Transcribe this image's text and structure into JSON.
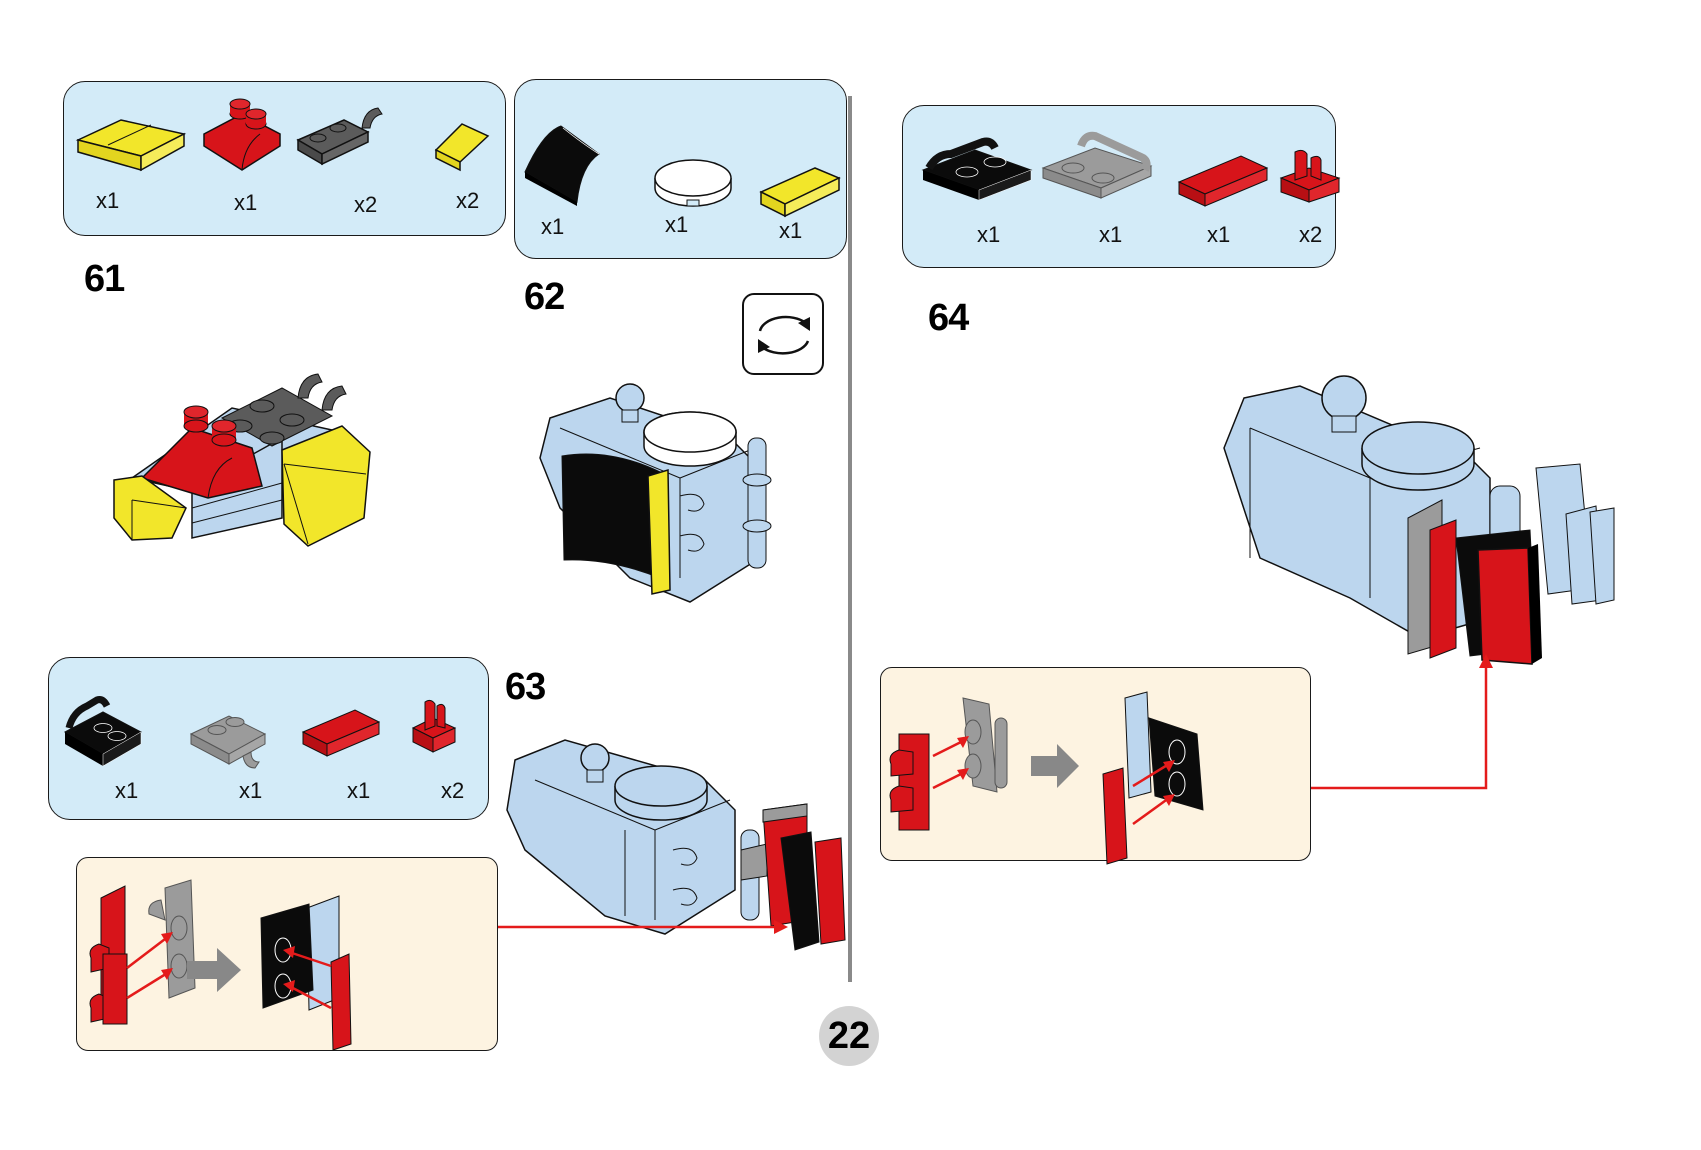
{
  "page": {
    "page_number": "22",
    "colors": {
      "parts_box_bg": "#d3ebf8",
      "subassembly_bg": "#fdf3e1",
      "brick_light_blue": "#bcd6ee",
      "brick_red": "#d7141a",
      "brick_yellow": "#f2e62a",
      "brick_black": "#0b0b0b",
      "brick_dark_gray": "#5b5b5b",
      "brick_gray": "#9b9b9b",
      "brick_white": "#ffffff",
      "arrow_red": "#e41b1b",
      "page_badge": "#d3d3d3"
    }
  },
  "steps": [
    {
      "number": "61",
      "parts": [
        {
          "icon": "yellow-slope-brick-icon",
          "qty": "x1"
        },
        {
          "icon": "red-curved-slope-brick-icon",
          "qty": "x1"
        },
        {
          "icon": "dark-gray-clip-plate-icon",
          "qty": "x2"
        },
        {
          "icon": "yellow-small-slope-icon",
          "qty": "x2"
        }
      ]
    },
    {
      "number": "62",
      "parts": [
        {
          "icon": "black-curved-slope-icon",
          "qty": "x1"
        },
        {
          "icon": "white-round-tile-icon",
          "qty": "x1"
        },
        {
          "icon": "yellow-tile-icon",
          "qty": "x1"
        }
      ],
      "rotate_icon": "rotate-model-icon"
    },
    {
      "number": "63",
      "parts": [
        {
          "icon": "black-handle-plate-icon",
          "qty": "x1"
        },
        {
          "icon": "gray-clip-plate-icon",
          "qty": "x1"
        },
        {
          "icon": "red-tile-icon",
          "qty": "x1"
        },
        {
          "icon": "red-clip-tile-icon",
          "qty": "x2"
        }
      ]
    },
    {
      "number": "64",
      "parts": [
        {
          "icon": "black-handle-plate-icon",
          "qty": "x1"
        },
        {
          "icon": "gray-handle-plate-icon",
          "qty": "x1"
        },
        {
          "icon": "red-tile-icon",
          "qty": "x1"
        },
        {
          "icon": "red-clip-tile-icon",
          "qty": "x2"
        }
      ]
    }
  ]
}
